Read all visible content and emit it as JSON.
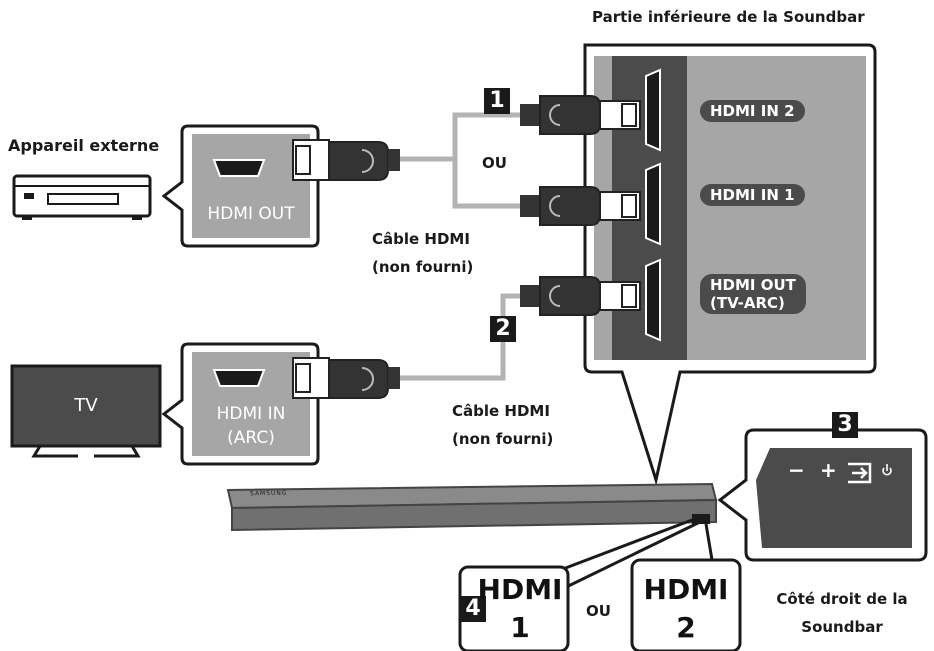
{
  "titles": {
    "soundbar_bottom": "Partie inférieure de la Soundbar",
    "external_device": "Appareil externe",
    "soundbar_right_side_line1": "Côté droit de la",
    "soundbar_right_side_line2": "Soundbar"
  },
  "labels": {
    "or_top": "OU",
    "or_bottom": "OU",
    "cable1_line1": "Câble HDMI",
    "cable1_line2": "(non fourni)",
    "cable2_line1": "Câble HDMI",
    "cable2_line2": "(non fourni)",
    "tv_screen": "TV",
    "brand": "SAMSUNG"
  },
  "ports": {
    "hdmi_in_2": "HDMI IN 2",
    "hdmi_in_1": "HDMI IN 1",
    "hdmi_out_tv_arc_line1": "HDMI OUT",
    "hdmi_out_tv_arc_line2": "(TV-ARC)",
    "device_hdmi_out": "HDMI OUT",
    "tv_hdmi_in_line1": "HDMI IN",
    "tv_hdmi_in_line2": "(ARC)"
  },
  "steps": [
    "1",
    "2",
    "3",
    "4"
  ],
  "display_tags": {
    "hdmi1_line1": "HDMI",
    "hdmi1_line2": "1",
    "hdmi2_line1": "HDMI",
    "hdmi2_line2": "2"
  },
  "side_buttons": {
    "minus": "−",
    "plus": "+"
  },
  "colors": {
    "panel_gray": "#a6a6a6",
    "dark_gray": "#4b4b4b",
    "cable_gray": "#b3b3b3",
    "ink": "#1a1a1a"
  }
}
